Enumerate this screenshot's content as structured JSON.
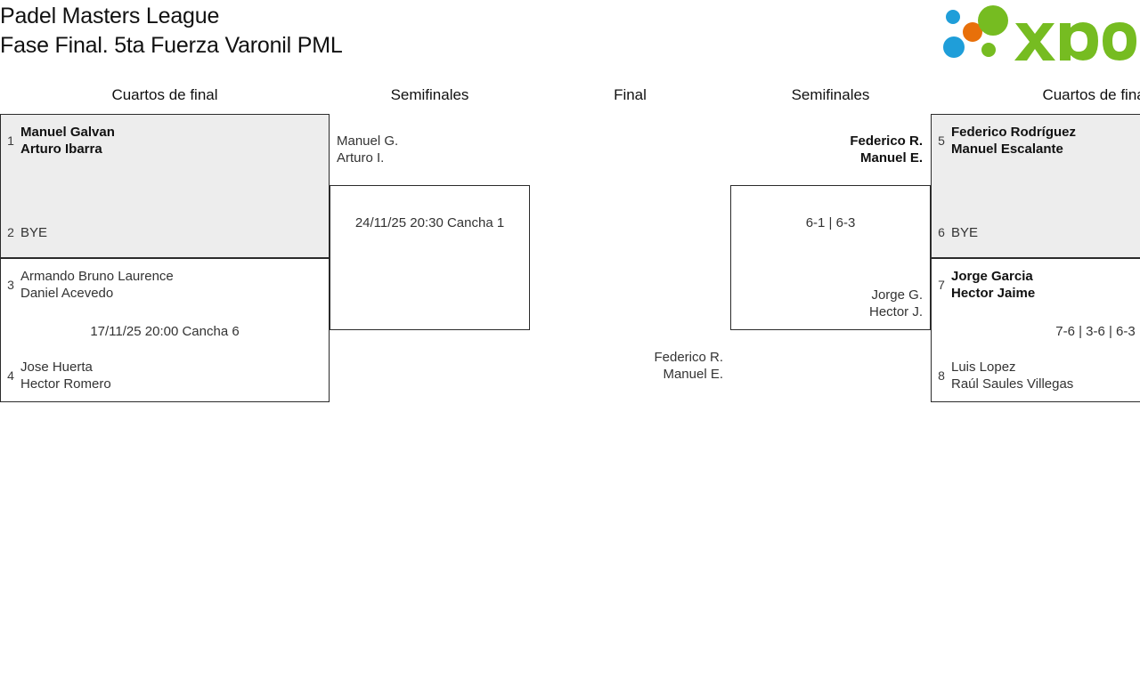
{
  "header": {
    "title_line1": "Padel Masters League",
    "title_line2": "Fase Final. 5ta Fuerza Varonil PML",
    "logo_text": "xporty",
    "logo_colors": {
      "green": "#76bc21",
      "blue": "#1f9ed9",
      "orange": "#e8700a"
    }
  },
  "columns": {
    "qf_left": "Cuartos de final",
    "sf_left": "Semifinales",
    "final": "Final",
    "sf_right": "Semifinales",
    "qf_right": "Cuartos de final"
  },
  "bracket": {
    "qf1": {
      "top": {
        "seed": "1",
        "p1": "Manuel Galvan",
        "p2": "Arturo Ibarra",
        "winner": true
      },
      "bottom": {
        "seed": "2",
        "p1": "BYE",
        "p2": "",
        "winner": false
      },
      "info": ""
    },
    "qf2": {
      "top": {
        "seed": "3",
        "p1": "Armando Bruno Laurence",
        "p2": "Daniel Acevedo",
        "winner": false
      },
      "bottom": {
        "seed": "4",
        "p1": "Jose Huerta",
        "p2": "Hector Romero",
        "winner": false
      },
      "info": "17/11/25 20:00 Cancha 6"
    },
    "qf3": {
      "top": {
        "seed": "5",
        "p1": "Federico Rodríguez",
        "p2": "Manuel Escalante",
        "winner": true
      },
      "bottom": {
        "seed": "6",
        "p1": "BYE",
        "p2": "",
        "winner": false
      },
      "info": ""
    },
    "qf4": {
      "top": {
        "seed": "7",
        "p1": "Jorge Garcia",
        "p2": "Hector Jaime",
        "winner": true
      },
      "bottom": {
        "seed": "8",
        "p1": "Luis Lopez",
        "p2": "Raúl Saules Villegas",
        "winner": false
      },
      "info": "7-6 | 3-6 | 6-3"
    },
    "sf_left": {
      "top": {
        "p1": "Manuel G.",
        "p2": "Arturo I.",
        "winner": false
      },
      "bottom": {
        "p1": "",
        "p2": "",
        "winner": false
      },
      "info": "24/11/25 20:30 Cancha 1"
    },
    "sf_right": {
      "top": {
        "p1": "Federico R.",
        "p2": "Manuel E.",
        "winner": true
      },
      "bottom": {
        "p1": "Jorge G.",
        "p2": "Hector J.",
        "winner": false
      },
      "info": "6-1 | 6-3"
    },
    "final": {
      "right_side": {
        "p1": "Federico R.",
        "p2": "Manuel E.",
        "winner": false
      }
    }
  }
}
